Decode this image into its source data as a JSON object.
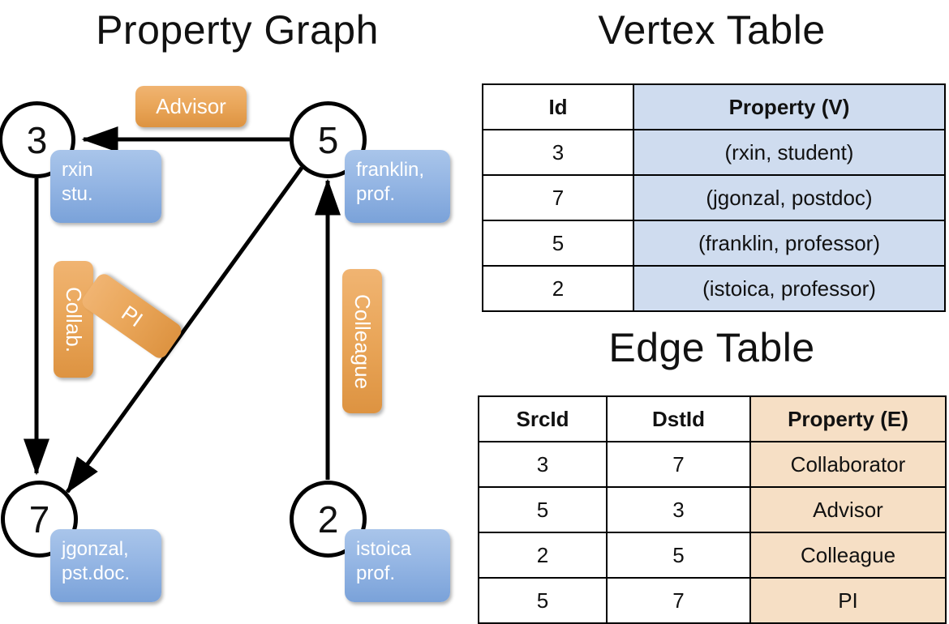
{
  "titles": {
    "property_graph": "Property Graph",
    "vertex_table": "Vertex Table",
    "edge_table": "Edge Table"
  },
  "graph": {
    "nodes": [
      {
        "id": "3",
        "name": "rxin",
        "role": "stu.",
        "line1": "rxin",
        "line2": "stu."
      },
      {
        "id": "5",
        "name": "franklin",
        "role": "prof.",
        "line1": "franklin,",
        "line2": "prof."
      },
      {
        "id": "7",
        "name": "jgonzal",
        "role": "pst.doc.",
        "line1": "jgonzal,",
        "line2": "pst.doc."
      },
      {
        "id": "2",
        "name": "istoica",
        "role": "prof.",
        "line1": "istoica",
        "line2": "prof."
      }
    ],
    "edge_labels": [
      {
        "key": "advisor",
        "label": "Advisor"
      },
      {
        "key": "collab",
        "label": "Collab."
      },
      {
        "key": "pi",
        "label": "PI"
      },
      {
        "key": "colleague",
        "label": "Colleague"
      }
    ]
  },
  "vertex_table": {
    "columns": [
      "Id",
      "Property (V)"
    ],
    "rows": [
      {
        "id": "3",
        "property": "(rxin, student)"
      },
      {
        "id": "7",
        "property": "(jgonzal, postdoc)"
      },
      {
        "id": "5",
        "property": "(franklin, professor)"
      },
      {
        "id": "2",
        "property": "(istoica, professor)"
      }
    ]
  },
  "edge_table": {
    "columns": [
      "SrcId",
      "DstId",
      "Property (E)"
    ],
    "rows": [
      {
        "src": "3",
        "dst": "7",
        "property": "Collaborator"
      },
      {
        "src": "5",
        "dst": "3",
        "property": "Advisor"
      },
      {
        "src": "2",
        "dst": "5",
        "property": "Colleague"
      },
      {
        "src": "5",
        "dst": "7",
        "property": "PI"
      }
    ]
  },
  "colors": {
    "vertex_header_fill": "#cfdcef",
    "edge_header_fill": "#f6dfc5",
    "node_box_blue": "#8fb0e2",
    "edge_chip_orange": "#eaa75b",
    "stroke": "#000000"
  }
}
